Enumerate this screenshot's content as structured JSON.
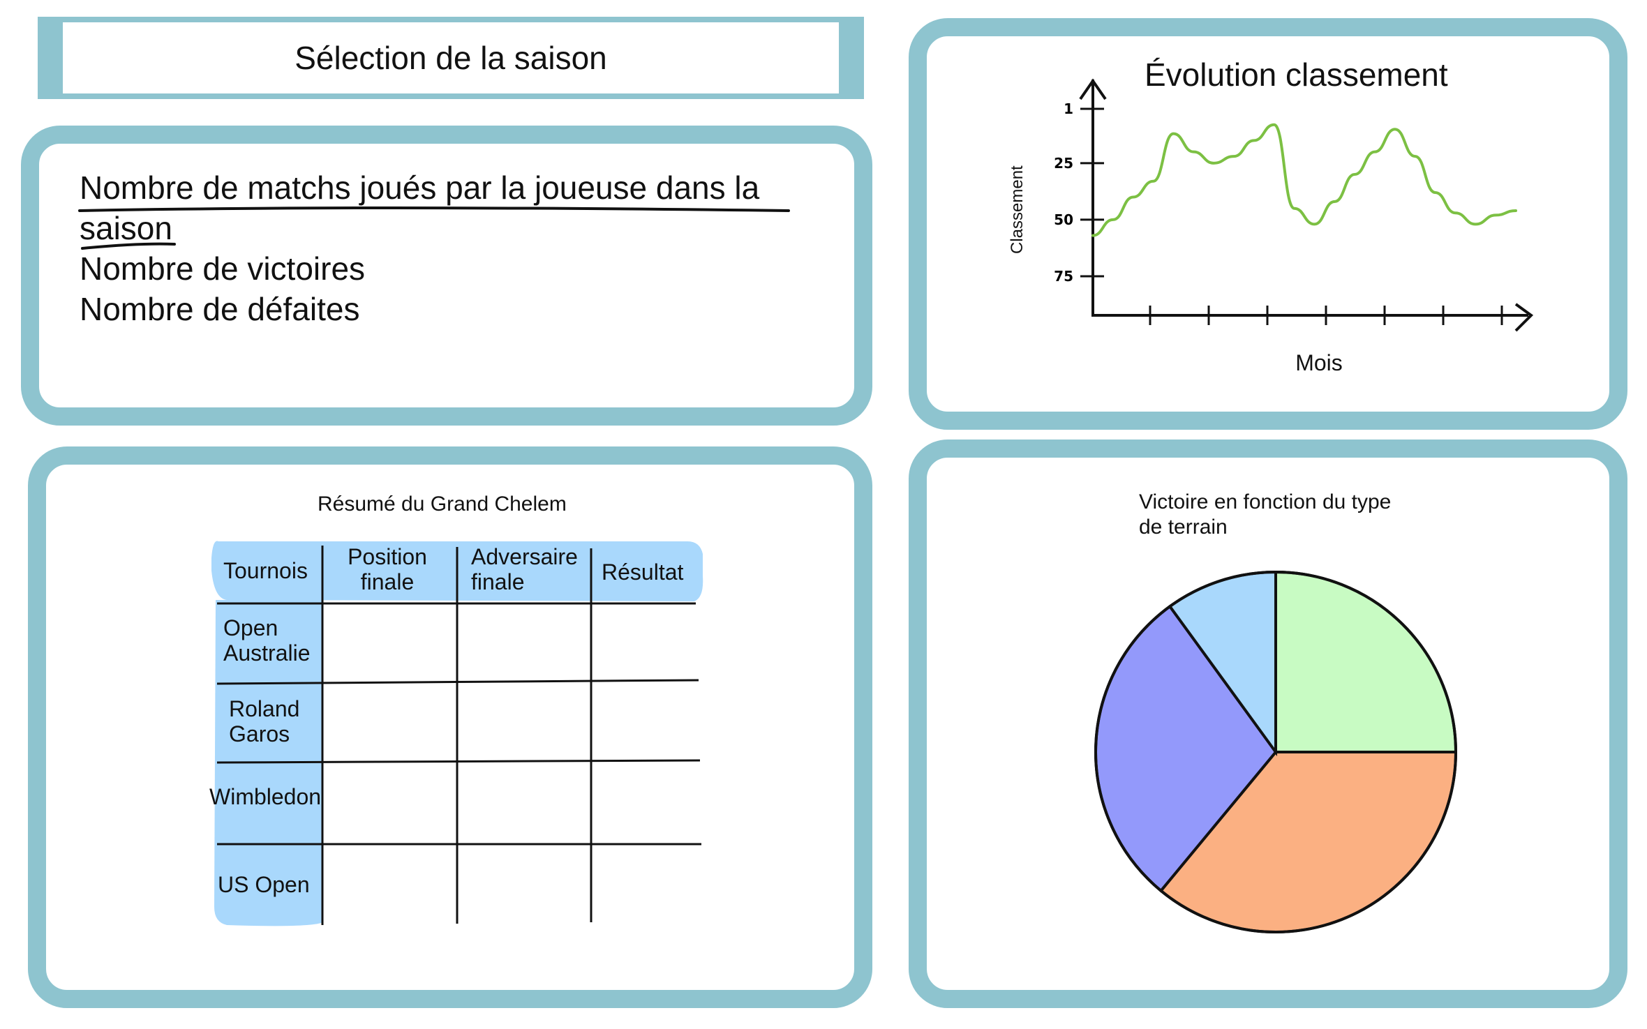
{
  "season": {
    "label": "Sélection de la saison"
  },
  "stats": {
    "matches_label": "Nombre de matchs joués par la joueuse dans la saison",
    "wins_label": "Nombre de victoires",
    "losses_label": "Nombre de défaites"
  },
  "ranking_chart": {
    "title": "Évolution classement",
    "ylabel": "Classement",
    "xlabel": "Mois"
  },
  "grand_slam": {
    "title": "Résumé du Grand Chelem",
    "columns": [
      "Tournois",
      "Position finale",
      "Adversaire finale",
      "Résultat"
    ],
    "rows": [
      "Open Australie",
      "Roland Garos",
      "Wimbledon",
      "US Open"
    ]
  },
  "surface_chart": {
    "title": "Victoire en fonction du type de terrain"
  },
  "chart_data": [
    {
      "type": "line",
      "title": "Évolution classement",
      "xlabel": "Mois",
      "ylabel": "Classement",
      "y_ticks": [
        "1",
        "25",
        "50",
        "75"
      ],
      "y_inverted": true,
      "x_tick_count": 7,
      "series": [
        {
          "values": [
            57,
            50,
            40,
            33,
            12,
            20,
            25,
            22,
            15,
            8,
            45,
            52,
            42,
            30,
            20,
            10,
            22,
            38,
            47,
            52,
            48,
            46
          ],
          "color": "#7cc043"
        }
      ]
    },
    {
      "type": "pie",
      "title": "Victoire en fonction du type de terrain",
      "slices": [
        {
          "value": 25,
          "color": "#c8fbc3"
        },
        {
          "value": 36,
          "color": "#fbb082"
        },
        {
          "value": 29,
          "color": "#9399fb"
        },
        {
          "value": 10,
          "color": "#a9d8fc"
        }
      ]
    }
  ]
}
